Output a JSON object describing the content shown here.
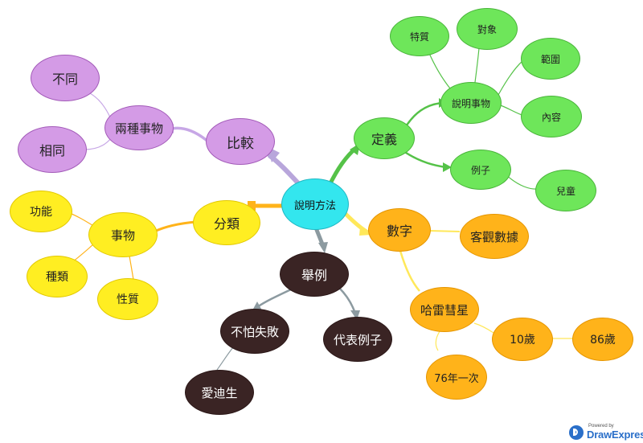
{
  "center": {
    "label": "說明方法"
  },
  "branches": {
    "compare": {
      "label": "比較",
      "child": "兩種事物",
      "leaves": [
        "不同",
        "相同"
      ],
      "color": "#d49be6"
    },
    "define": {
      "label": "定義",
      "sub_object": "說明事物",
      "sub_object_leaves": [
        "特質",
        "對象",
        "範圍",
        "內容"
      ],
      "sub_example": "例子",
      "sub_example_leaves": [
        "兒童"
      ],
      "color": "#6ee65a"
    },
    "classify": {
      "label": "分類",
      "child": "事物",
      "leaves": [
        "功能",
        "種類",
        "性質"
      ],
      "color": "#ffee22"
    },
    "numbers": {
      "label": "數字",
      "objective": "客觀數據",
      "comet": "哈雷彗星",
      "comet_leaves": [
        "76年一次",
        "10歲",
        "86歲"
      ],
      "color": "#ffb31a"
    },
    "example": {
      "label": "舉例",
      "children": [
        "不怕失敗",
        "代表例子"
      ],
      "leaf": "愛迪生",
      "color": "#3a2424"
    }
  },
  "footer": {
    "powered_by": "Powered by",
    "brand": "DrawExpress"
  }
}
